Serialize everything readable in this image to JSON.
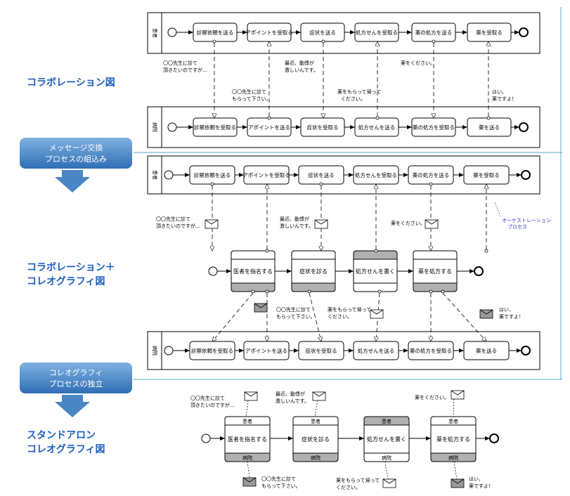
{
  "section_labels": {
    "collab": "コラボレーション図",
    "collab_chor_1": "コラボレーション＋",
    "collab_chor_2": "コレオグラフィ図",
    "standalone_1": "スタンドアロン",
    "standalone_2": "コレオグラフィ図"
  },
  "callouts": {
    "c1_line1": "メッセージ交換",
    "c1_line2": "プロセスの組込み",
    "c2_line1": "コレオグラフィ",
    "c2_line2": "プロセスの独立"
  },
  "orchestration_label_1": "オーケストレーション",
  "orchestration_label_2": "プロセス",
  "diagram1": {
    "pool_top_label": "患者",
    "pool_bottom_label": "病院",
    "top_tasks": [
      "診察依頼を送る",
      "アポイントを受取る",
      "症状を送る",
      "処方せんを受取る",
      "薬の処方を送る",
      "薬を受取る"
    ],
    "bottom_tasks": [
      "診察依頼を受取る",
      "アポイントを送る",
      "症状を受取る",
      "処方せんを送る",
      "薬の処方を受取る",
      "薬を送る"
    ],
    "notes": [
      "〇〇先生に診て",
      "頂きたいのですが…",
      "〇〇先生に診て",
      "もらって下さい。",
      "最近、動悸が",
      "激しいんです。",
      "薬をもらって帰って",
      "ください。",
      "薬をください。",
      "はい、",
      "薬ですよ！"
    ]
  },
  "diagram2": {
    "pool_top_label": "患者",
    "pool_bottom_label": "病院",
    "top_tasks": [
      "診察依頼を送る",
      "アポイントを受取る",
      "症状を送る",
      "処方せんを受取る",
      "薬の処方を送る",
      "薬を受取る"
    ],
    "bottom_tasks": [
      "診察依頼を受取る",
      "アポイントを送る",
      "症状を受取る",
      "処方せんを送る",
      "薬の処方を受取る",
      "薬を送る"
    ],
    "choreo_tasks": [
      "医者を指名する",
      "症状を診る",
      "処方せんを書く",
      "薬を処方する"
    ],
    "notes": [
      "〇〇先生に診て",
      "頂きたいのですが…",
      "最近、動悸が",
      "激しいんです。",
      "薬をください。",
      "〇〇先生に診て",
      "もらって下さい。",
      "薬をもらって帰って",
      "ください。",
      "はい、",
      "薬ですよ！"
    ]
  },
  "diagram3": {
    "participant_top": "患者",
    "participant_bottom": "病院",
    "choreo_tasks": [
      "医者を指名する",
      "症状を診る",
      "処方せんを書く",
      "薬を処方する"
    ],
    "notes": [
      "〇〇先生に診て",
      "頂きたいのですが…",
      "最近、動悸が",
      "激しいんです。",
      "薬をください。",
      "〇〇先生に診て",
      "もらって下さい。",
      "薬をもらって帰って",
      "ください。",
      "はい、",
      "薬ですよ！"
    ]
  },
  "colors": {
    "accent": "#1e5fc0",
    "callout": "#4a86c4",
    "divider": "#5aa8c8",
    "band_gray": "#b0b0b0"
  }
}
